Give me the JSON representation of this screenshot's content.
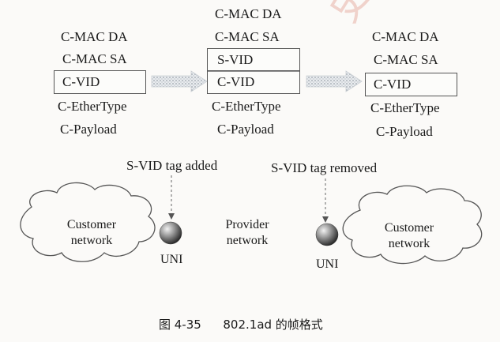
{
  "frames": {
    "left": {
      "fields": [
        "C-MAC DA",
        "C-MAC SA",
        "C-VID",
        "C-EtherType",
        "C-Payload"
      ]
    },
    "middle": {
      "fields": [
        "C-MAC DA",
        "C-MAC SA",
        "S-VID",
        "C-VID",
        "C-EtherType",
        "C-Payload"
      ]
    },
    "right": {
      "fields": [
        "C-MAC DA",
        "C-MAC SA",
        "C-VID",
        "C-EtherType",
        "C-Payload"
      ]
    }
  },
  "annotations": {
    "tag_added": "S-VID tag added",
    "tag_removed": "S-VID tag removed"
  },
  "network": {
    "left_cloud": [
      "Customer",
      "network"
    ],
    "provider": [
      "Provider",
      "network"
    ],
    "right_cloud": [
      "Customer",
      "network"
    ],
    "uni_left": "UNI",
    "uni_right": "UNI"
  },
  "caption": {
    "number": "图 4-35",
    "text": "802.1ad 的帧格式"
  },
  "watermark": {
    "text": "淘宝搜索：史老师",
    "color": "#e8b3a8"
  }
}
